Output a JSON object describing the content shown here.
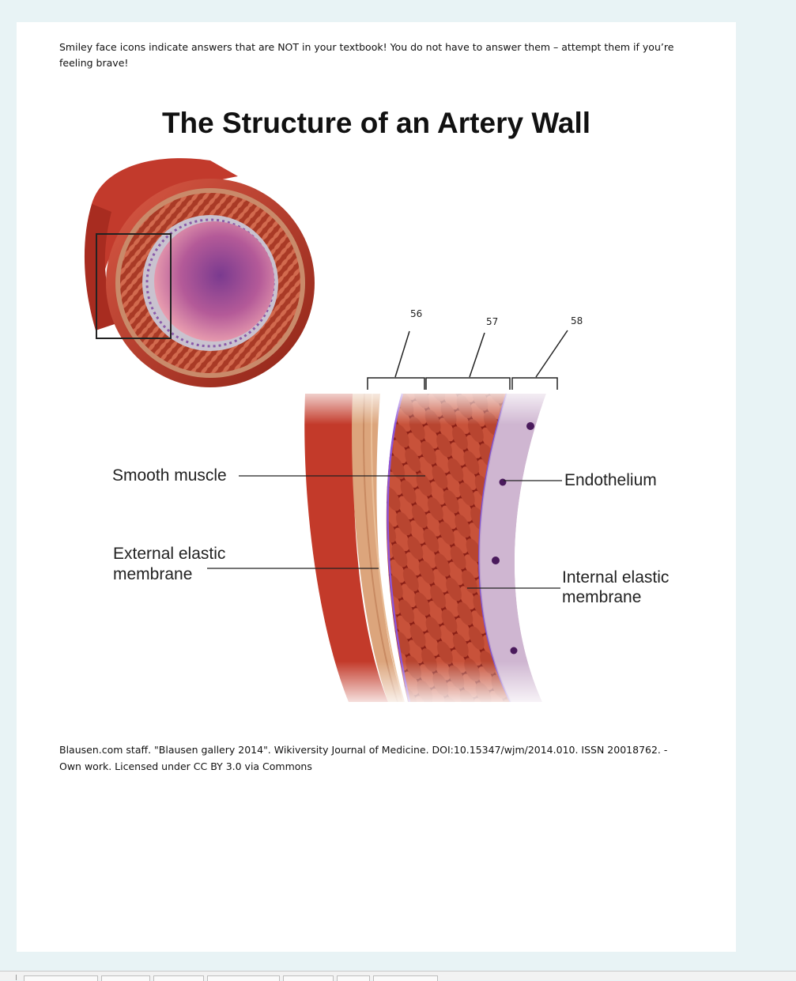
{
  "notice": "Smiley face icons indicate answers that are NOT in your textbook! You do not have to answer them – attempt them if you’re feeling brave!",
  "figure": {
    "title": "The Structure of an Artery Wall",
    "numbers": [
      "56",
      "57",
      "58"
    ],
    "labels": {
      "smooth_muscle": "Smooth muscle",
      "external_line1": "External elastic",
      "external_line2": "membrane",
      "endothelium": "Endothelium",
      "internal_line1": "Internal elastic",
      "internal_line2": "membrane"
    }
  },
  "citation": "Blausen.com staff. \"Blausen gallery 2014\". Wikiversity Journal of Medicine. DOI:10.15347/wjm/2014.010. ISSN 20018762. - Own work. Licensed under CC BY 3.0 via Commons",
  "colors": {
    "app_background": "#e8f3f5",
    "page": "#ffffff",
    "artery_outer": "#c0392b",
    "muscle": "#b5442c",
    "lumen": "#a64d86",
    "internal_membrane": "#7b4fd0"
  }
}
